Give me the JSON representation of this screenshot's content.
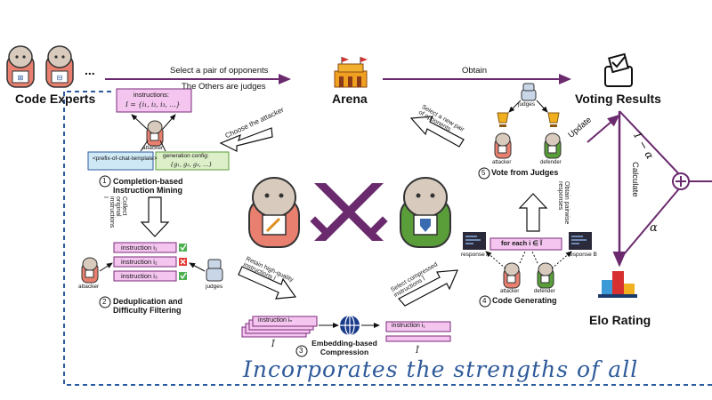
{
  "labels": {
    "code_experts": "Code Experts",
    "ellipsis": "...",
    "select_pair": "Select a pair of opponents",
    "others_judges": "The Others are judges",
    "arena": "Arena",
    "obtain": "Obtain",
    "voting_results": "Voting Results",
    "update": "Update",
    "calculate": "Calculate",
    "one_minus_alpha": "1 − α",
    "alpha": "α",
    "elo_rating": "Elo Rating",
    "instructions_box": "instructions:",
    "instructions_formula": "I = {i₁, i₂, i₃, …}",
    "attacker": "attacker",
    "defender": "defender",
    "judges": "judges",
    "prefix_box": "<prefix-of-chat-template>",
    "gen_config_label": "generation config:",
    "gen_config_formula": "{g₁, g₂, g₃, …}",
    "step1": "Completion-based Instruction Mining",
    "step1_num": "1",
    "collect": "Collect original instructions I",
    "choose_attacker": "Choose the attacker",
    "select_new_pair": "Select a new pair of opponents",
    "step2": "Deduplication and Difficulty Filtering",
    "step2_num": "2",
    "instr_1": "instruction i₁",
    "instr_2": "instruction i₂",
    "instr_3": "instruction i₃",
    "retain": "Retain high-quality instructions I",
    "instr_stack": "instruction iₙ",
    "step3": "Embedding-based Compression",
    "step3_num": "3",
    "I_bar_left": "Ĩ",
    "I_bar_right": "Ĩ",
    "select_compressed": "Select compressed instructions Ĩ",
    "for_each": "for each i ∈ Ĩ",
    "response_a": "response A",
    "response_b": "response B",
    "step4": "Code Generating",
    "step4_num": "4",
    "obtain_pairwise": "Obtain pairwise responses",
    "step5": "Vote from Judges",
    "step5_num": "5",
    "incorporate": "Incorporates the strengths of all"
  },
  "colors": {
    "purple": "#6b2a6e",
    "pink_box": "#f4c6ef",
    "dashed_blue": "#2c5aa0",
    "robot_red": "#e9806f",
    "robot_green": "#5a9e3a",
    "robot_head": "#d8cbbd"
  }
}
